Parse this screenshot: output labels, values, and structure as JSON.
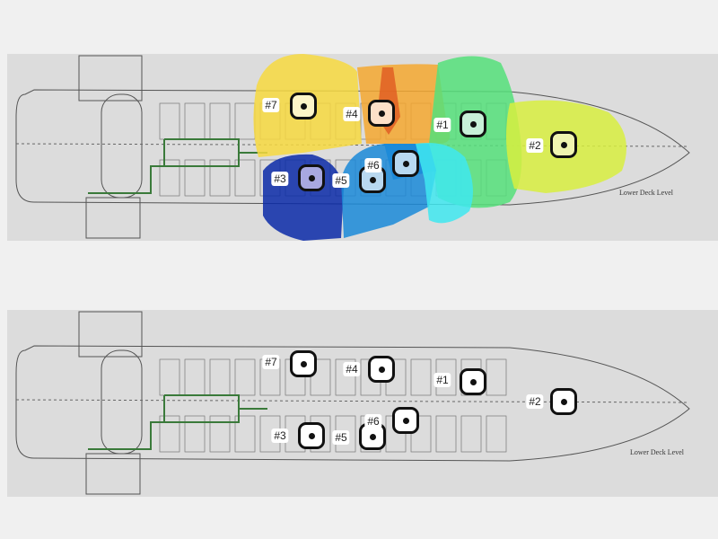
{
  "deck_label": "Lower Deck Level",
  "heatmap_plan": {
    "zones": [
      {
        "id": "#7",
        "color": "#f7d940"
      },
      {
        "id": "#4",
        "color": "#f5a830"
      },
      {
        "id": "#1",
        "color": "#55e07a"
      },
      {
        "id": "#2",
        "color": "#d8ef40"
      },
      {
        "id": "#3",
        "color": "#0a2aa8"
      },
      {
        "id": "#5",
        "color": "#1a8ad8"
      },
      {
        "id": "#6",
        "color": "#1a8ad8"
      },
      {
        "id": "cyan-zone",
        "color": "#40e8f0"
      }
    ],
    "markers": [
      {
        "label": "#1",
        "fill": "#c8f0d8"
      },
      {
        "label": "#2",
        "fill": "#f0f5b0"
      },
      {
        "label": "#3",
        "fill": "#a8a8e0"
      },
      {
        "label": "#4",
        "fill": "#fde0c8"
      },
      {
        "label": "#5",
        "fill": "#b8d8f0"
      },
      {
        "label": "#6",
        "fill": "#b8d8f0"
      },
      {
        "label": "#7",
        "fill": "#fdf5c8"
      }
    ]
  },
  "plain_plan": {
    "markers": [
      {
        "label": "#1",
        "fill": "#ffffff"
      },
      {
        "label": "#2",
        "fill": "#ffffff"
      },
      {
        "label": "#3",
        "fill": "#ffffff"
      },
      {
        "label": "#4",
        "fill": "#ffffff"
      },
      {
        "label": "#5",
        "fill": "#ffffff"
      },
      {
        "label": "#6",
        "fill": "#ffffff"
      },
      {
        "label": "#7",
        "fill": "#ffffff"
      }
    ]
  }
}
